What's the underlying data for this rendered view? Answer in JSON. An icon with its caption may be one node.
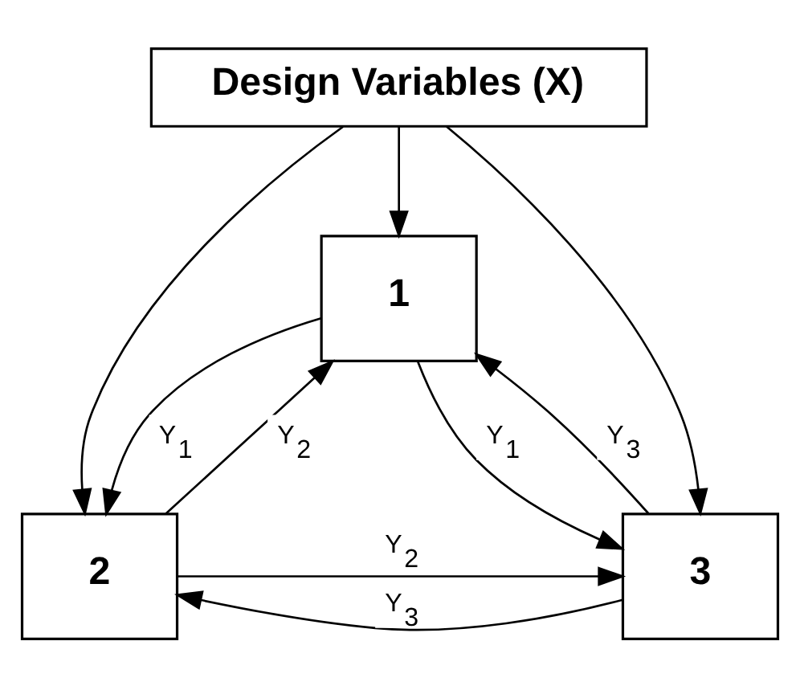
{
  "diagram": {
    "nodes": [
      {
        "text": [
          "Design Variables (X)"
        ]
      },
      {
        "text": [
          "1"
        ]
      },
      {
        "text": [
          "2"
        ]
      },
      {
        "text": [
          "3"
        ]
      }
    ],
    "edges": [
      {
        "from": 0,
        "to": 2,
        "arrow": "to"
      },
      {
        "from": 0,
        "to": 1,
        "arrow": "to"
      },
      {
        "from": 0,
        "to": 3,
        "arrow": "to"
      },
      {
        "from": 2,
        "to": 1,
        "arrow": "to",
        "label": "Y$_{2}$"
      },
      {
        "from": 1,
        "to": 2,
        "arrow": "to",
        "label": "Y$_{1}$"
      },
      {
        "from": 1,
        "to": 3,
        "arrow": "to",
        "label": "Y$_{1}$"
      },
      {
        "from": 3,
        "to": 1,
        "arrow": "to",
        "label": "Y$_{3}$"
      },
      {
        "from": 2,
        "to": 3,
        "arrow": "to",
        "label": "Y$_{2}$"
      },
      {
        "from": 3,
        "to": 2,
        "arrow": "to",
        "label": "Y$_{3}$"
      }
    ]
  }
}
